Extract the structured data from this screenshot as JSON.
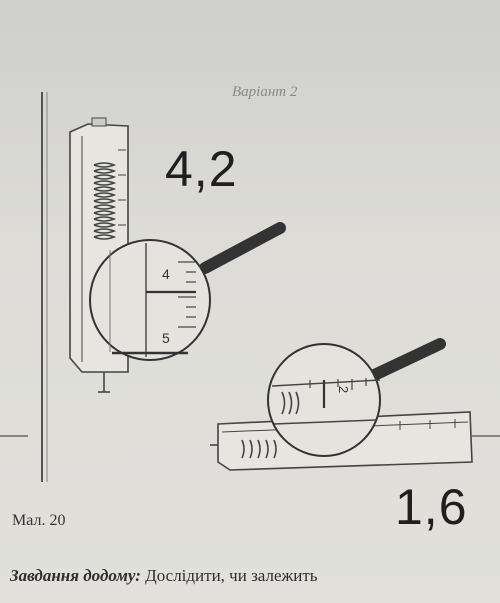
{
  "header": {
    "variant": "Варіант 2"
  },
  "instruments": {
    "vertical_dynamometer": {
      "handwritten_reading": "4,2",
      "magnified_scale_labels": [
        "4",
        "5"
      ]
    },
    "horizontal_dynamometer": {
      "handwritten_reading": "1,6",
      "magnified_scale_labels": [
        "2"
      ]
    }
  },
  "figure": {
    "caption": "Мал. 20"
  },
  "homework": {
    "label": "Завдання додому:",
    "text": "Дослідити, чи залежить"
  }
}
